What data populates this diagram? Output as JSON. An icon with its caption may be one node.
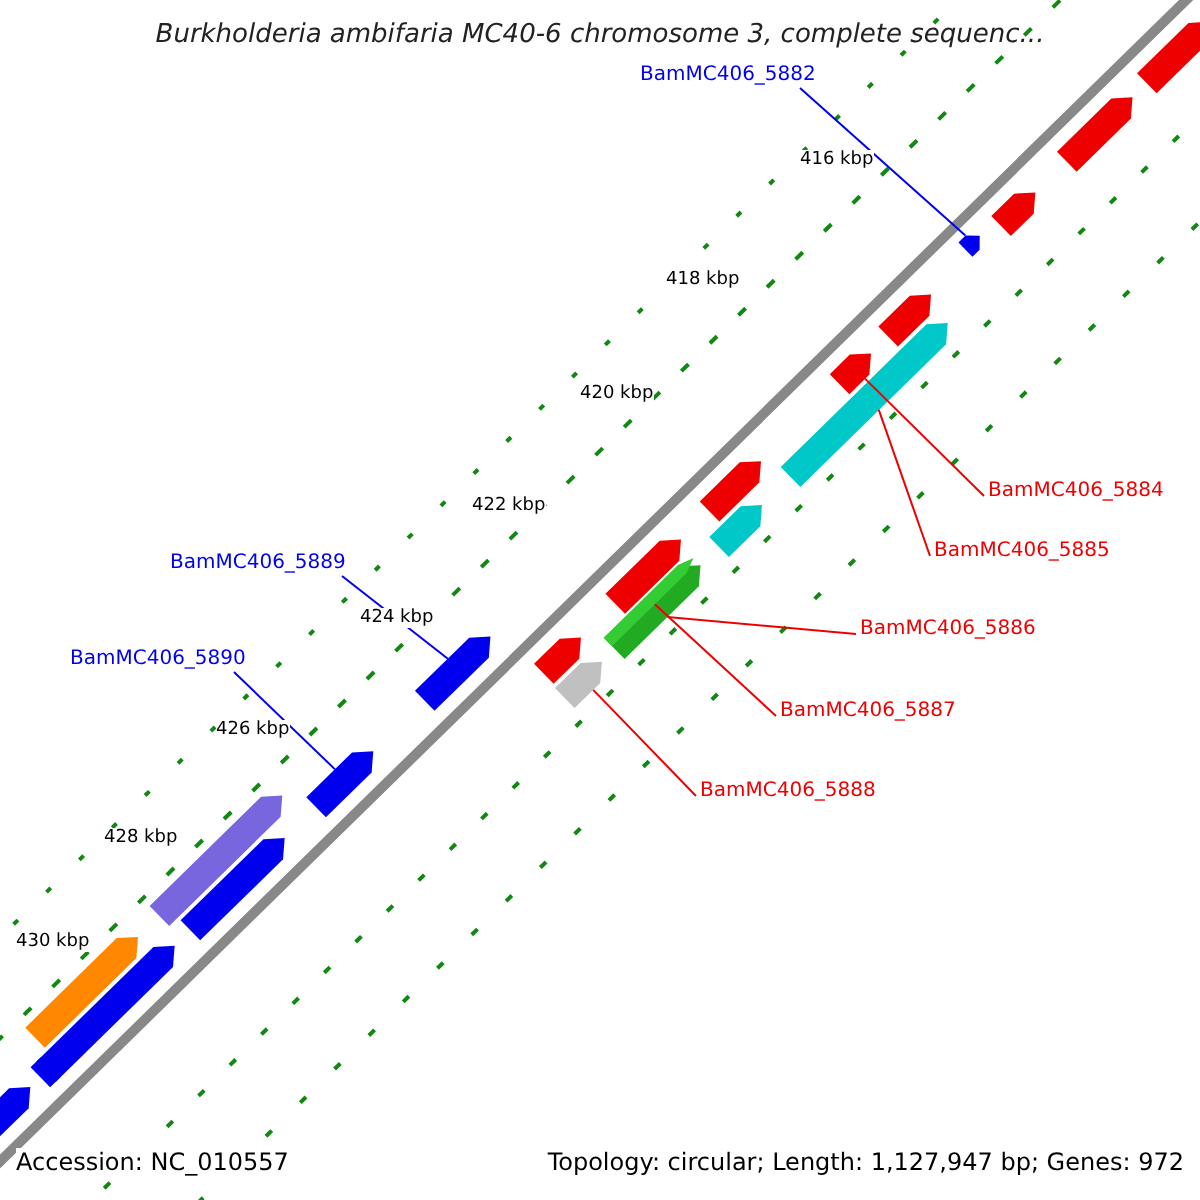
{
  "diagram": {
    "title": "Burkholderia ambifaria MC40-6 chromosome 3, complete sequenc...",
    "nodes": [
      {
        "text": [
          "BamMC406_5882"
        ]
      },
      {
        "text": [
          "BamMC406_5889"
        ]
      },
      {
        "text": [
          "BamMC406_5890"
        ]
      },
      {
        "text": [
          "BamMC406_5884"
        ]
      },
      {
        "text": [
          "BamMC406_5885"
        ]
      },
      {
        "text": [
          "BamMC406_5886"
        ]
      },
      {
        "text": [
          "BamMC406_5887"
        ]
      },
      {
        "text": [
          "BamMC406_5888"
        ]
      },
      {
        "text": [],
        "shape": "arrow"
      },
      {
        "text": [],
        "shape": "arrow"
      },
      {
        "text": [],
        "shape": "arrow"
      },
      {
        "text": [],
        "shape": "arrow"
      },
      {
        "text": [],
        "shape": "arrow"
      },
      {
        "text": [],
        "shape": "arrow"
      },
      {
        "text": [],
        "shape": "arrow"
      },
      {
        "text": [],
        "shape": "arrow"
      },
      {
        "text": [],
        "shape": "arrow"
      },
      {
        "text": [],
        "shape": "arrow"
      },
      {
        "text": [],
        "shape": "arrow"
      },
      {
        "text": [],
        "shape": "arrow"
      },
      {
        "text": [],
        "shape": "arrow"
      },
      {
        "text": [],
        "shape": "arrow"
      },
      {
        "text": [],
        "shape": "arrow"
      },
      {
        "text": [],
        "shape": "arrow"
      },
      {
        "text": [],
        "shape": "arrow"
      },
      {
        "text": [],
        "shape": "arrow"
      },
      {
        "text": [],
        "shape": "arrow"
      },
      {
        "text": [],
        "shape": "arrow"
      },
      {
        "text": [],
        "shape": "arrow"
      },
      {
        "text": [],
        "shape": "arrow"
      }
    ],
    "edges": [
      {
        "from": 0,
        "to": 11,
        "arrow": "none",
        "color": "#0000ee"
      },
      {
        "from": 1,
        "to": 22,
        "arrow": "none",
        "color": "#0000ee"
      },
      {
        "from": 2,
        "to": 23,
        "arrow": "none",
        "color": "#0000ee"
      },
      {
        "from": 3,
        "to": 13,
        "arrow": "none"
      },
      {
        "from": 4,
        "to": 14,
        "arrow": "none"
      },
      {
        "from": 5,
        "to": 18,
        "arrow": "none"
      },
      {
        "from": 6,
        "to": 19,
        "arrow": "none"
      },
      {
        "from": 7,
        "to": 21,
        "arrow": "none"
      }
    ],
    "labels": [
      "416 kbp",
      "418 kbp",
      "420 kbp",
      "422 kbp",
      "424 kbp",
      "426 kbp",
      "428 kbp",
      "430 kbp",
      "Accession: NC_010557",
      "Topology: circular; Length: 1,127,947 bp; Genes: 972"
    ]
  }
}
